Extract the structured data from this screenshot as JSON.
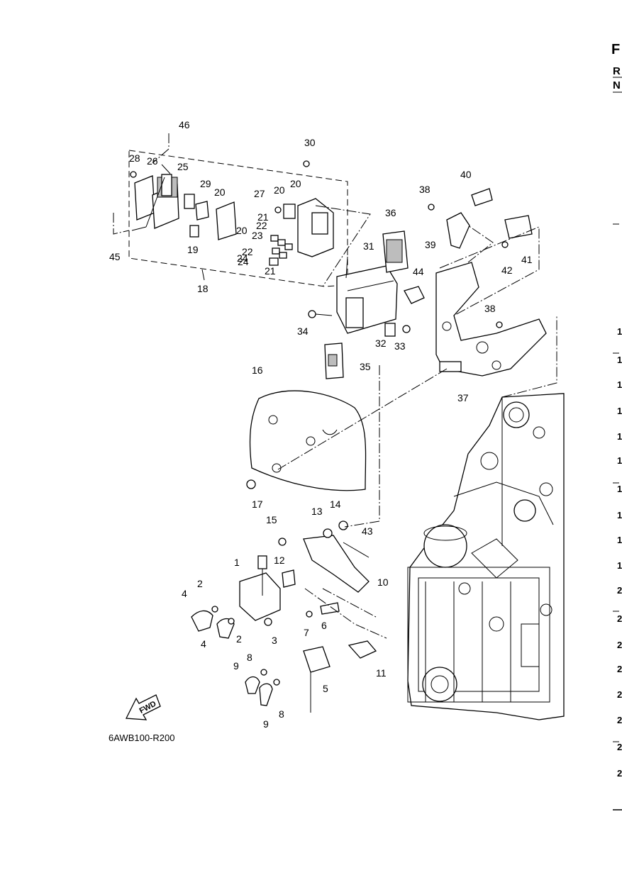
{
  "diagram": {
    "catalog_code": "6AWB100-R200",
    "fwd_arrow_label": "FWD",
    "edge_text": {
      "top_letter": "F",
      "row_r": "R",
      "row_n": "N",
      "row_numbers": [
        "1",
        "1",
        "1",
        "1",
        "1",
        "1",
        "1",
        "1",
        "1",
        "1",
        "2",
        "2",
        "2",
        "2",
        "2",
        "2",
        "2",
        "2"
      ]
    },
    "callouts": [
      "1",
      "2",
      "2",
      "3",
      "4",
      "4",
      "5",
      "6",
      "7",
      "8",
      "8",
      "9",
      "9",
      "10",
      "11",
      "12",
      "13",
      "14",
      "15",
      "16",
      "17",
      "18",
      "19",
      "20",
      "20",
      "20",
      "20",
      "21",
      "21",
      "22",
      "22",
      "23",
      "24",
      "24",
      "25",
      "26",
      "27",
      "28",
      "29",
      "30",
      "31",
      "32",
      "33",
      "34",
      "35",
      "36",
      "37",
      "38",
      "38",
      "39",
      "40",
      "41",
      "42",
      "43",
      "44",
      "45",
      "46"
    ]
  }
}
